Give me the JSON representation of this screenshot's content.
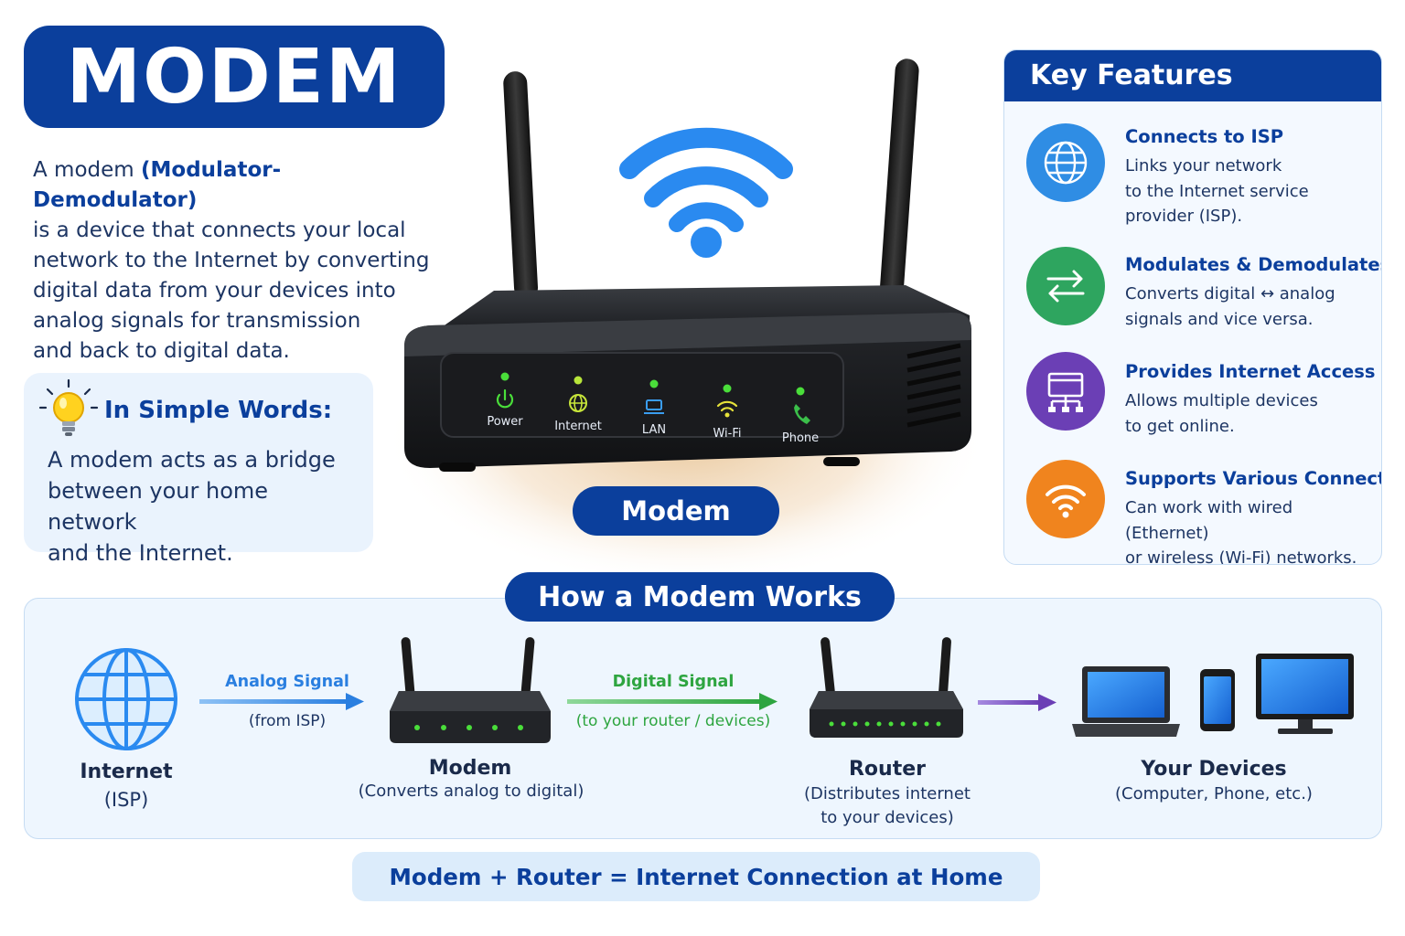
{
  "title": "MODEM",
  "intro": {
    "prefix": "A modem ",
    "highlight": "(Modulator-Demodulator)",
    "lines": [
      "is a device that connects your local",
      "network to the Internet by converting",
      "digital data from your devices into",
      "analog signals for transmission",
      "and back to digital data."
    ]
  },
  "simple_words": {
    "title": "In Simple Words:",
    "text_lines": [
      "A modem acts as a bridge",
      "between your home network",
      "and the Internet."
    ]
  },
  "device": {
    "label": "Modem",
    "leds": [
      {
        "label": "Power",
        "icon": "power-icon",
        "color": "#4ade3a"
      },
      {
        "label": "Internet",
        "icon": "globe-icon",
        "color": "#c8e63a"
      },
      {
        "label": "LAN",
        "icon": "lan-icon",
        "color": "#3a9df0"
      },
      {
        "label": "Wi-Fi",
        "icon": "wifi-icon",
        "color": "#e6e23a"
      },
      {
        "label": "Phone",
        "icon": "phone-icon",
        "color": "#4ade3a"
      }
    ]
  },
  "features": {
    "heading": "Key Features",
    "items": [
      {
        "title": "Connects to ISP",
        "desc": [
          "Links your network",
          "to the Internet service",
          "provider (ISP)."
        ],
        "icon": "globe-icon",
        "color": "#2f8de4"
      },
      {
        "title": "Modulates & Demodulates",
        "desc": [
          "Converts digital ↔ analog",
          "signals and vice versa."
        ],
        "icon": "swap-arrows-icon",
        "color": "#2ea55f"
      },
      {
        "title": "Provides Internet Access",
        "desc": [
          "Allows multiple devices",
          "to get online."
        ],
        "icon": "network-icon",
        "color": "#6b3fb5"
      },
      {
        "title": "Supports Various Connections",
        "desc": [
          "Can work with wired (Ethernet)",
          "or wireless (Wi-Fi) networks."
        ],
        "icon": "wifi-icon",
        "color": "#f0841e"
      }
    ]
  },
  "how_it_works": {
    "title": "How a Modem Works",
    "nodes": {
      "internet": {
        "title": "Internet",
        "sub": "(ISP)"
      },
      "modem": {
        "title": "Modem",
        "sub": "(Converts analog to digital)"
      },
      "router": {
        "title": "Router",
        "sub_lines": [
          "(Distributes internet",
          "to your devices)"
        ]
      },
      "devices": {
        "title": "Your Devices",
        "sub": "(Computer, Phone, etc.)"
      }
    },
    "signals": {
      "analog": {
        "label": "Analog Signal",
        "sub": "(from ISP)",
        "color": "#2a7fe0"
      },
      "digital": {
        "label": "Digital Signal",
        "sub": "(to your router / devices)",
        "color": "#2ea540"
      }
    }
  },
  "banner": "Modem + Router = Internet Connection at Home"
}
